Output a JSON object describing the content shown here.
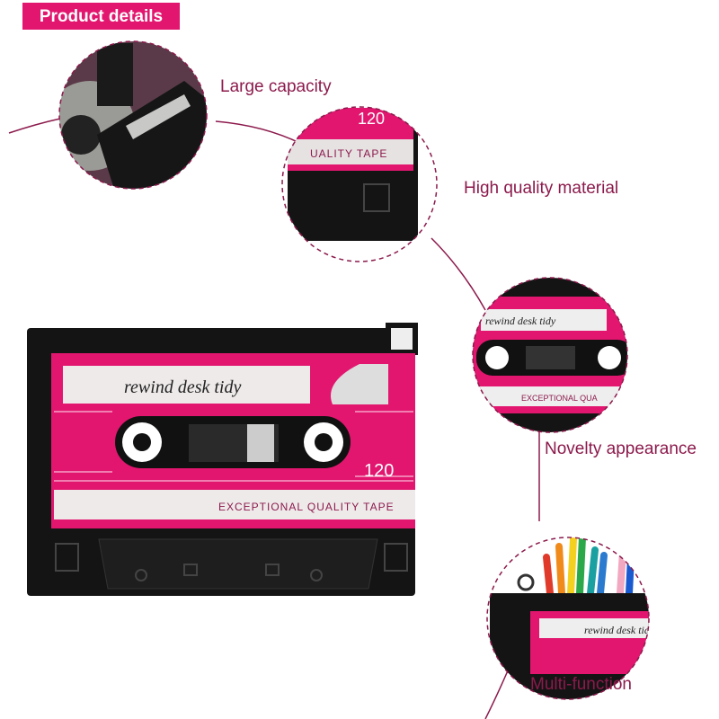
{
  "header": {
    "title": "Product details"
  },
  "features": [
    {
      "label": "Large capacity"
    },
    {
      "label": "High quality material"
    },
    {
      "label": "Novelty appearance"
    },
    {
      "label": "Multi-function"
    }
  ],
  "product": {
    "label_text": "rewind desk tidy",
    "number": "120",
    "tape_text": "EXCEPTIONAL QUALITY TAPE",
    "tape_text_partial": "UALITY TAPE",
    "tape_text_partial2": "EXCEPTIONAL QUA"
  },
  "colors": {
    "accent": "#e2166f",
    "text": "#8c1a4c",
    "body": "#111111"
  }
}
